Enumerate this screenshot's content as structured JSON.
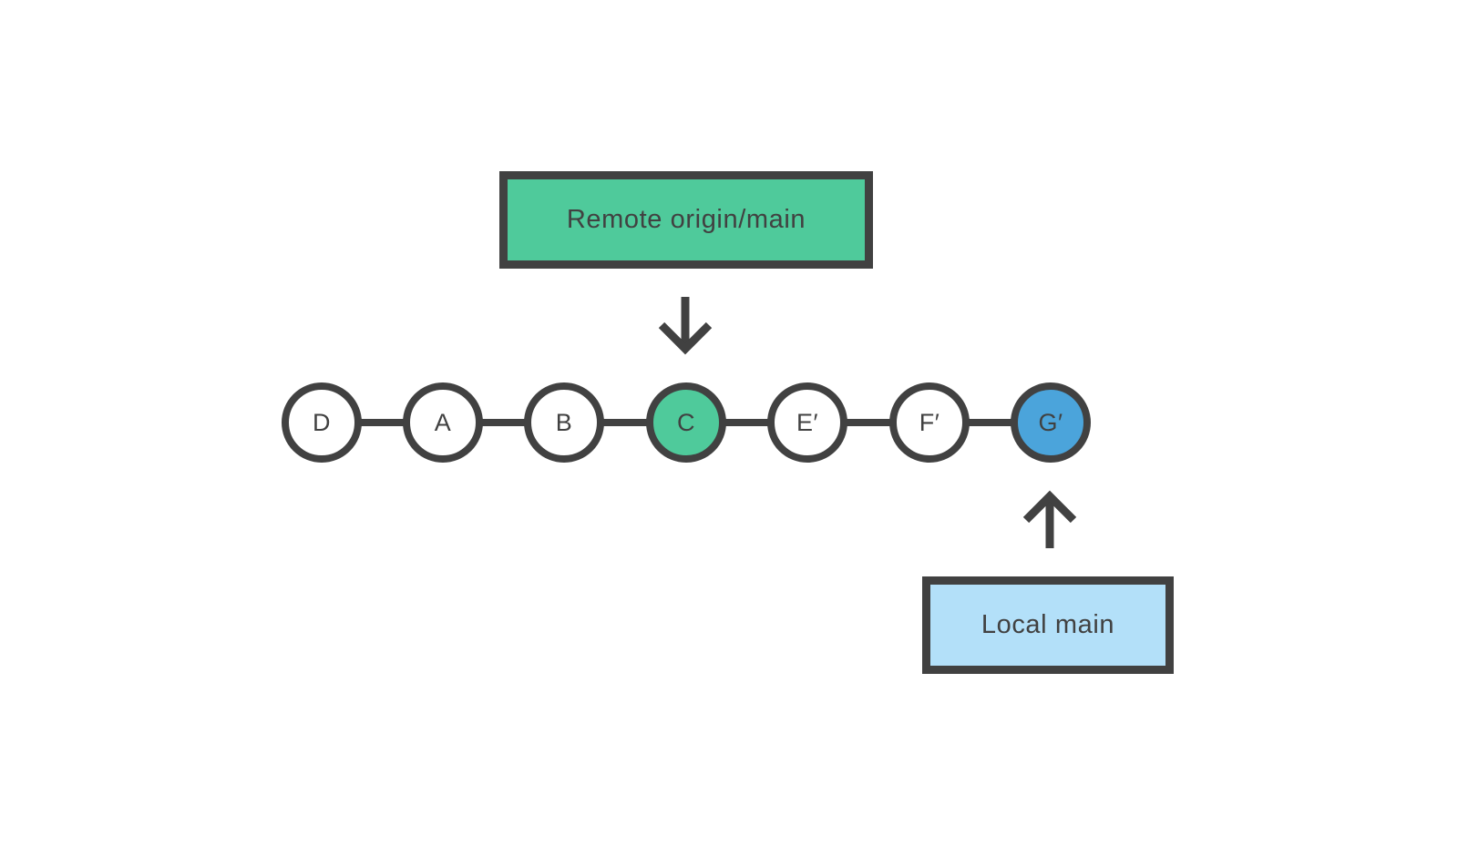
{
  "palette": {
    "stroke": "#414141",
    "text": "#414141",
    "background": "#ffffff",
    "remote_green": "#4FCA9B",
    "local_blue_box": "#B3E0F9",
    "local_blue_node": "#4BA4DB"
  },
  "remote": {
    "text": "Remote origin/main",
    "fill": "#4FCA9B"
  },
  "local": {
    "text": "Local main",
    "fill": "#B3E0F9"
  },
  "icons": {
    "down_arrow": "arrow-down-icon",
    "up_arrow": "arrow-up-icon"
  },
  "commits": [
    {
      "id": "D",
      "fill": "#ffffff"
    },
    {
      "id": "A",
      "fill": "#ffffff"
    },
    {
      "id": "B",
      "fill": "#ffffff"
    },
    {
      "id": "C",
      "fill": "#4FCA9B"
    },
    {
      "id": "E′",
      "fill": "#ffffff"
    },
    {
      "id": "F′",
      "fill": "#ffffff"
    },
    {
      "id": "G′",
      "fill": "#4BA4DB"
    }
  ]
}
